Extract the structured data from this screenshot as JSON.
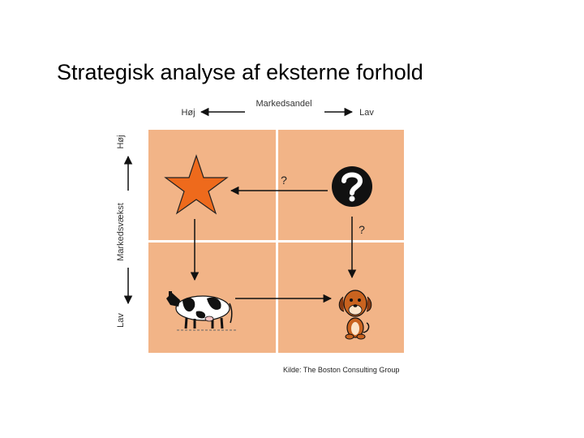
{
  "title": "Strategisk analyse af eksterne forhold",
  "matrix": {
    "x_axis": {
      "label": "Markedsandel",
      "left": "Høj",
      "right": "Lav"
    },
    "y_axis": {
      "label": "Markedsvækst",
      "top": "Høj",
      "bottom": "Lav"
    },
    "quadrant_color": "#f2b487",
    "star_color": "#ee6a1c",
    "question_top": "?",
    "question_right": "?",
    "quadrants": [
      {
        "position": "top-left",
        "icon": "star-icon"
      },
      {
        "position": "top-right",
        "icon": "question-mark-icon"
      },
      {
        "position": "bottom-left",
        "icon": "cow-icon"
      },
      {
        "position": "bottom-right",
        "icon": "dog-icon"
      }
    ]
  },
  "source": "Kilde: The Boston Consulting Group"
}
